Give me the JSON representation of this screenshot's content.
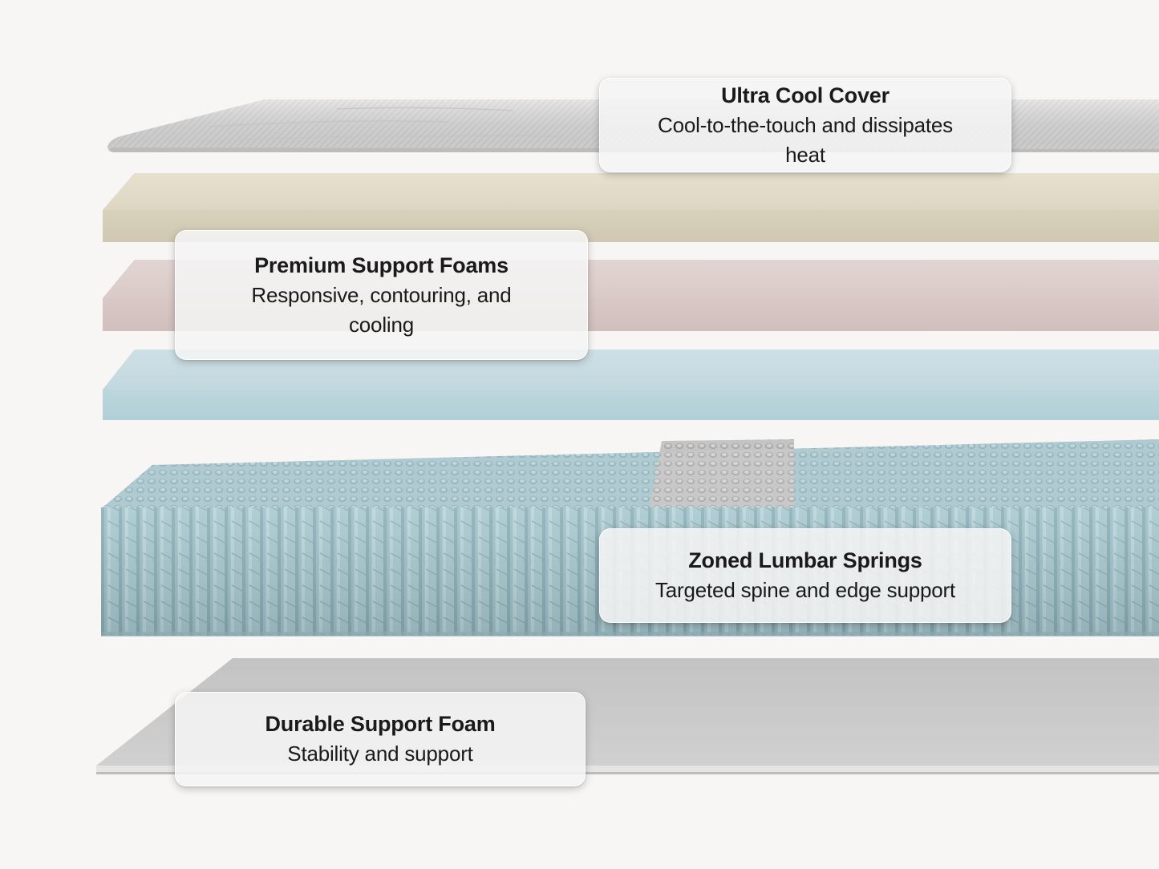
{
  "image": {
    "background_color": "#f7f6f4"
  },
  "layers": {
    "cover": {
      "icon": "quilted-cover-layer",
      "color": "#dcdcdc"
    },
    "comfort_foam": {
      "icon": "beige-foam-layer",
      "color": "#ddd6c3"
    },
    "transition_foam": {
      "icon": "pink-foam-layer",
      "color": "#d9cac7"
    },
    "cooling_foam": {
      "icon": "blue-foam-layer",
      "color": "#c2d8de"
    },
    "springs": {
      "icon": "pocket-coil-layer",
      "color": "#9ec0c8",
      "zone_color": "#b9b9b9"
    },
    "base_foam": {
      "icon": "gray-base-foam-layer",
      "color": "#c9c9c9"
    }
  },
  "callouts": {
    "cover": {
      "title": "Ultra Cool Cover",
      "text": "Cool-to-the-touch and dissipates heat"
    },
    "foams": {
      "title": "Premium Support Foams",
      "text": "Responsive, contouring, and cooling"
    },
    "springs": {
      "title": "Zoned Lumbar Springs",
      "text": "Targeted spine and edge support"
    },
    "base": {
      "title": "Durable Support Foam",
      "text": "Stability and support"
    }
  }
}
